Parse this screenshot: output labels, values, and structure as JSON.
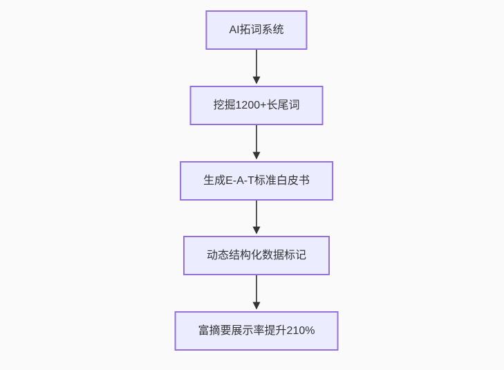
{
  "diagram": {
    "type": "flowchart-vertical",
    "colors": {
      "background": "#fafafa",
      "node_fill": "#ECECFF",
      "node_border": "#9370DB",
      "node_text": "#333333",
      "arrow_line": "#555555",
      "arrow_head": "#333333"
    },
    "nodes": [
      {
        "label": "AI拓词系统"
      },
      {
        "label": "挖掘1200+长尾词"
      },
      {
        "label": "生成E-A-T标准白皮书"
      },
      {
        "label": "动态结构化数据标记"
      },
      {
        "label": "富摘要展示率提升210%"
      }
    ],
    "edges": [
      {
        "from": "AI拓词系统",
        "to": "挖掘1200+长尾词"
      },
      {
        "from": "挖掘1200+长尾词",
        "to": "生成E-A-T标准白皮书"
      },
      {
        "from": "生成E-A-T标准白皮书",
        "to": "动态结构化数据标记"
      },
      {
        "from": "动态结构化数据标记",
        "to": "富摘要展示率提升210%"
      }
    ]
  }
}
